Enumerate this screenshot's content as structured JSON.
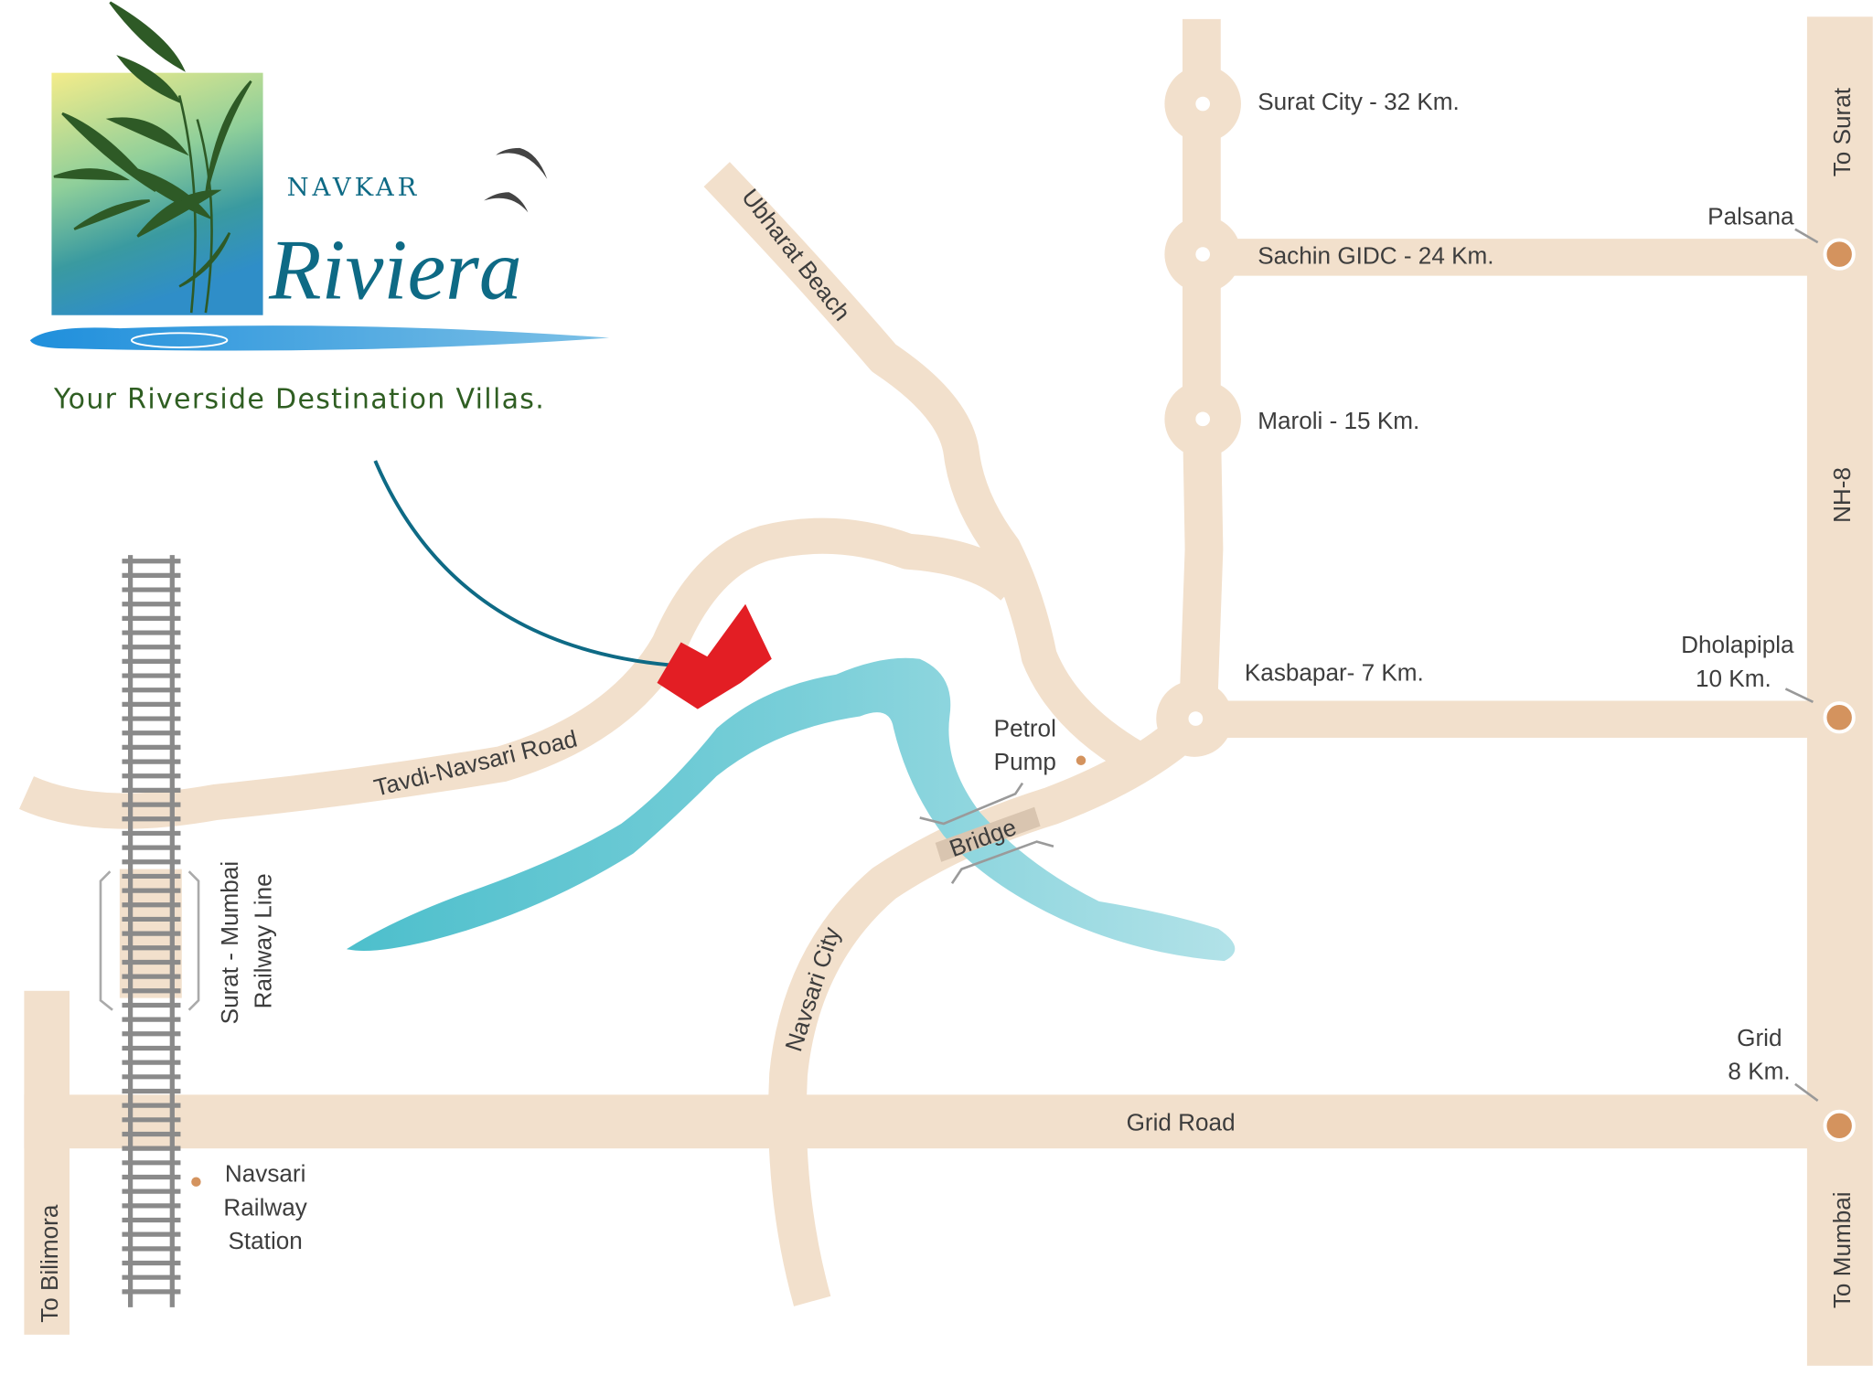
{
  "logo": {
    "brand_top": "NAVKAR",
    "brand_main": "Riviera",
    "tagline": "Your Riverside Destination Villas."
  },
  "places": {
    "surat_city": "Surat City - 32 Km.",
    "sachin_gidc": "Sachin GIDC - 24 Km.",
    "maroli": "Maroli - 15 Km.",
    "kasbapar": "Kasbapar- 7 Km.",
    "palsana": "Palsana",
    "dholapipla_name": "Dholapipla",
    "dholapipla_dist": "10 Km.",
    "grid_name": "Grid",
    "grid_dist": "8 Km.",
    "petrol_1": "Petrol",
    "petrol_2": "Pump",
    "station_1": "Navsari",
    "station_2": "Railway",
    "station_3": "Station"
  },
  "roads": {
    "to_surat": "To Surat",
    "nh8": "NH-8",
    "to_mumbai": "To Mumbai",
    "to_bilimora": "To Bilimora",
    "grid_road": "Grid  Road",
    "tavdi": "Tavdi-Navsari Road",
    "ubharat": "Ubharat Beach",
    "navsari_city": "Navsari City",
    "bridge": "Bridge",
    "railway_1": "Surat - Mumbai",
    "railway_2": "Railway Line"
  },
  "colors": {
    "road": "#f2e0cc",
    "marker": "#d4935e",
    "river_start": "#4dbfcc",
    "river_end": "#b2e2e8",
    "plot": "#e31e24",
    "brand": "#0e6a85",
    "tagline": "#2f5e22"
  }
}
